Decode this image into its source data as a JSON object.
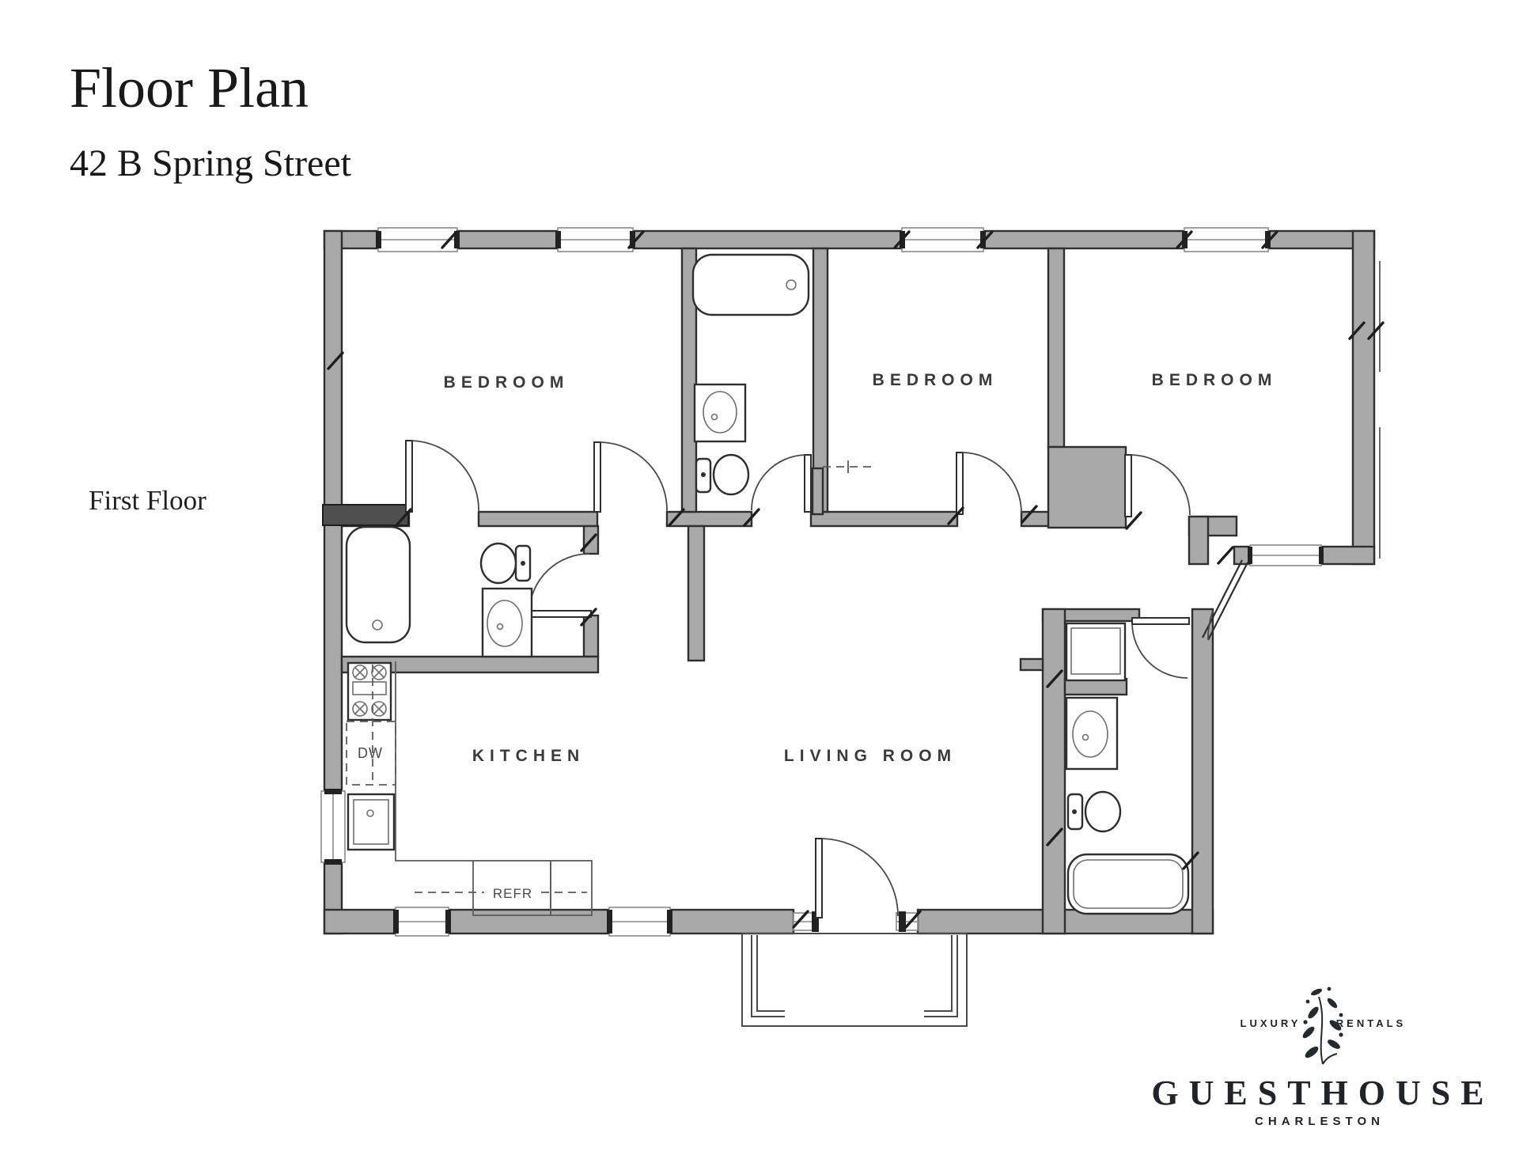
{
  "header": {
    "title": "Floor Plan",
    "subtitle": "42 B Spring Street",
    "floor_label": "First Floor"
  },
  "plan": {
    "rooms": [
      {
        "label": "BEDROOM"
      },
      {
        "label": "BEDROOM"
      },
      {
        "label": "BEDROOM"
      },
      {
        "label": "KITCHEN"
      },
      {
        "label": "LIVING ROOM"
      }
    ],
    "fixtures": {
      "dishwasher_label": "DW",
      "refrigerator_label": "REFR"
    },
    "colors": {
      "wall_fill": "#a9a9a9",
      "wall_outline": "#2f2f2f",
      "dark_block": "#4f4f4f",
      "window_line": "#8a8a8a",
      "label_text": "#3a3a3a",
      "heading_text": "#191919",
      "logo_text": "#20242a",
      "background": "#ffffff"
    }
  },
  "logo": {
    "tagline_left": "LUXURY",
    "tagline_right": "RENTALS",
    "name": "GUESTHOUSE",
    "location": "CHARLESTON"
  }
}
